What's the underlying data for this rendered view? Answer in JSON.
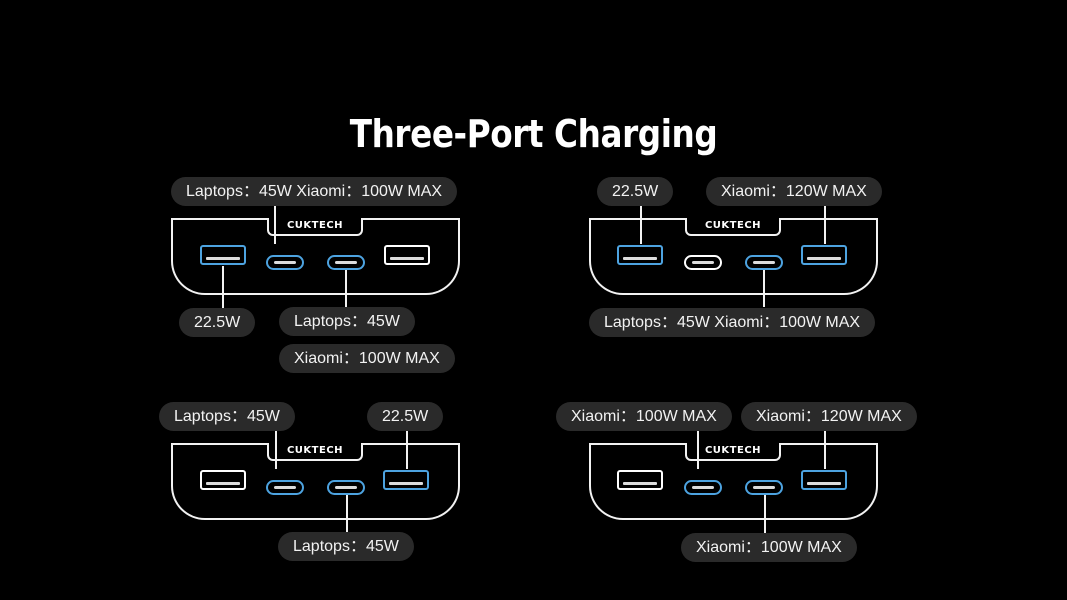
{
  "title": "Three-Port Charging",
  "brand": "CUKTECH",
  "colors": {
    "background": "#000000",
    "active_port": "#4da3e0",
    "label_bg": "#2a2a2a"
  },
  "panels": [
    {
      "labels": [
        "Laptops：45W   Xiaomi：100W MAX",
        "22.5W",
        "Laptops：45W",
        "Xiaomi：100W MAX"
      ],
      "ports": [
        "usb-a active",
        "usb-c active",
        "usb-c active",
        "usb-a"
      ]
    },
    {
      "labels": [
        "22.5W",
        "Xiaomi：120W MAX",
        "Laptops：45W   Xiaomi：100W MAX"
      ],
      "ports": [
        "usb-a active",
        "usb-c",
        "usb-c active",
        "usb-a active"
      ]
    },
    {
      "labels": [
        "Laptops：45W",
        "22.5W",
        "Laptops：45W"
      ],
      "ports": [
        "usb-a",
        "usb-c active",
        "usb-c active",
        "usb-a active"
      ]
    },
    {
      "labels": [
        "Xiaomi：100W MAX",
        "Xiaomi：120W MAX",
        "Xiaomi：100W MAX"
      ],
      "ports": [
        "usb-a",
        "usb-c active",
        "usb-c active",
        "usb-a active"
      ]
    }
  ]
}
